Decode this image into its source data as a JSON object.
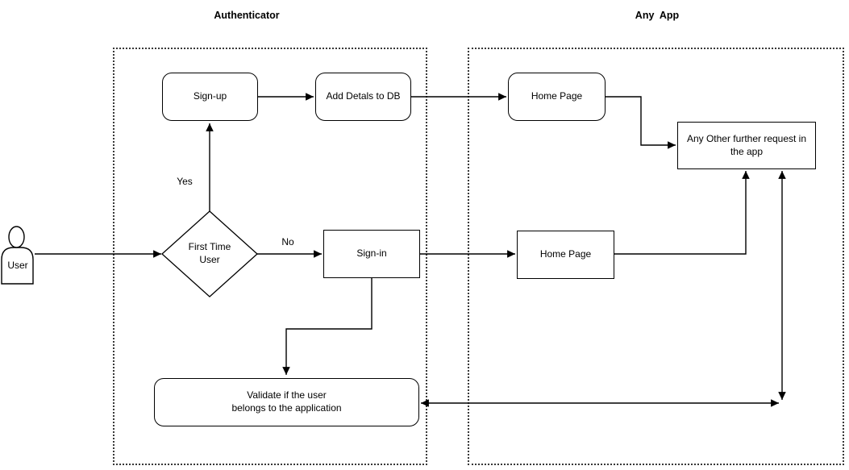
{
  "titles": {
    "authenticator": "Authenticator",
    "any_app": "Any  App"
  },
  "actor": {
    "label": "User"
  },
  "nodes": {
    "sign_up": {
      "label": "Sign-up"
    },
    "add_details": {
      "label": "Add Detals to DB"
    },
    "home_top": {
      "label": "Home Page"
    },
    "request": {
      "label": "Any Other further request in the app"
    },
    "decision": {
      "line1": "First Time",
      "line2": "User"
    },
    "sign_in": {
      "label": "Sign-in"
    },
    "home_mid": {
      "label": "Home Page"
    },
    "validate": {
      "line1": "Validate if the user",
      "line2": "belongs to the application"
    }
  },
  "edge_labels": {
    "yes": "Yes",
    "no": "No"
  },
  "colors": {
    "stroke": "#000000",
    "container_border": "#383838",
    "background": "#ffffff"
  }
}
